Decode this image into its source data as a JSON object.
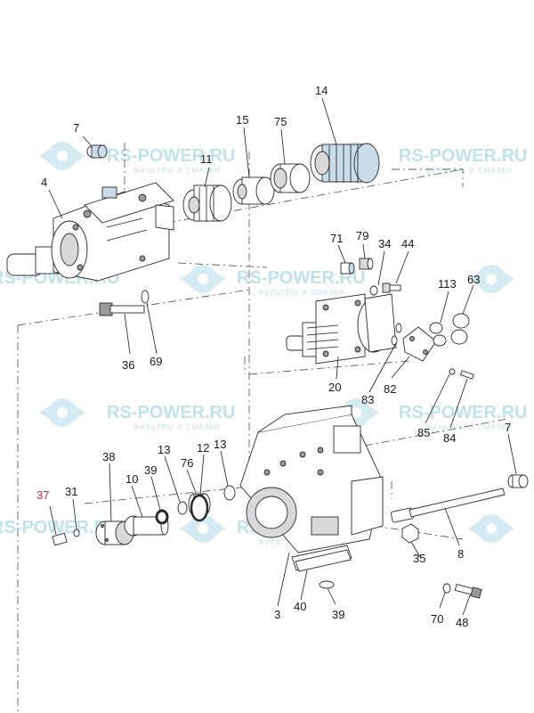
{
  "watermark": {
    "brand": "RS-POWER.RU",
    "tagline": "ФИЛЬТРЫ И СМАЗКИ",
    "color": "#bfe3ea"
  },
  "callout_color": "#1a1a1a",
  "callout_highlight_color": "#d0284a",
  "callouts": {
    "c7a": "7",
    "c4": "4",
    "c11": "11",
    "c15": "15",
    "c75": "75",
    "c14": "14",
    "c71": "71",
    "c79": "79",
    "c34": "34",
    "c44": "44",
    "c36": "36",
    "c69": "69",
    "c113": "113",
    "c63": "63",
    "c20": "20",
    "c83": "83",
    "c82": "82",
    "c85": "85",
    "c84": "84",
    "c7b": "7",
    "c38": "38",
    "c10": "10",
    "c39a": "39",
    "c13a": "13",
    "c76": "76",
    "c12": "12",
    "c13b": "13",
    "c37": "37",
    "c31": "31",
    "c35": "35",
    "c8": "8",
    "c3": "3",
    "c40": "40",
    "c39b": "39",
    "c70": "70",
    "c48": "48"
  }
}
